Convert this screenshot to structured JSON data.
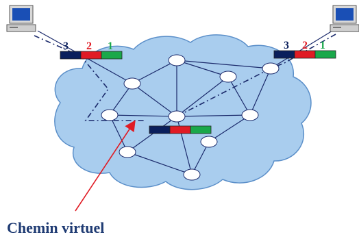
{
  "caption": "Chemin virtuel",
  "packet_fields": [
    {
      "number": "3",
      "color": "#0a1f5c"
    },
    {
      "number": "2",
      "color": "#e01b24"
    },
    {
      "number": "1",
      "color": "#1aa84a"
    }
  ],
  "colors": {
    "cloud_fill": "#a9cdee",
    "cloud_stroke": "#5b8fc9",
    "link": "#1b2a6b",
    "virtual_path": "#1b2a6b",
    "arrow": "#e01b24",
    "caption": "#1f3b73"
  }
}
